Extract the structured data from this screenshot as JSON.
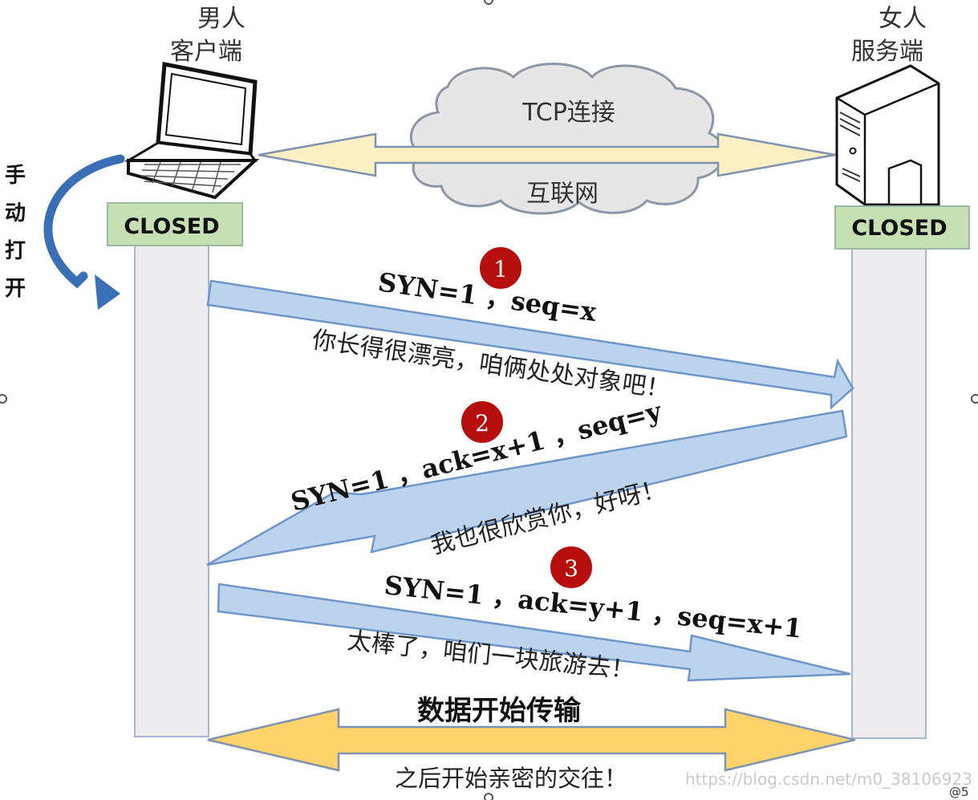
{
  "client": {
    "role_line1": "男人",
    "role_line2": "客户端",
    "state": "CLOSED",
    "icon": "laptop-icon"
  },
  "server": {
    "role_line1": "女人",
    "role_line2": "服务端",
    "state": "CLOSED",
    "icon": "server-icon"
  },
  "network": {
    "cloud_top": "TCP连接",
    "cloud_bottom": "互联网"
  },
  "side_label": [
    "手",
    "动",
    "打",
    "开"
  ],
  "steps": [
    {
      "number": "1",
      "packet": "SYN=1 ，seq=x",
      "caption": "你长得很漂亮，咱俩处处对象吧！"
    },
    {
      "number": "2",
      "packet": "SYN=1 ，ack=x+1 ，seq=y",
      "caption": "我也很欣赏你，好呀！"
    },
    {
      "number": "3",
      "packet": "SYN=1 ，ack=y+1 ，seq=x+1",
      "caption": "太棒了，咱们一块旅游去！"
    }
  ],
  "data_transfer": {
    "title": "数据开始传输",
    "caption": "之后开始亲密的交往！"
  },
  "watermark": "https://blog.csdn.net/m0_38106923",
  "corner_mark": "@5",
  "colors": {
    "state_fill": "#c6dfb3",
    "state_border": "#9bb8a0",
    "lifeline_fill": "#ececef",
    "lifeline_border": "#a8b8cc",
    "message_arrow_fill": "#bcd3ee",
    "message_arrow_border": "#6e96c8",
    "connection_arrow_fill": "#fbefc3",
    "data_arrow_fill": "#fed36b",
    "cloud_fill": "#e6e6e6",
    "step_badge": "#b60d0d",
    "curve_arrow": "#3a6fb5"
  }
}
